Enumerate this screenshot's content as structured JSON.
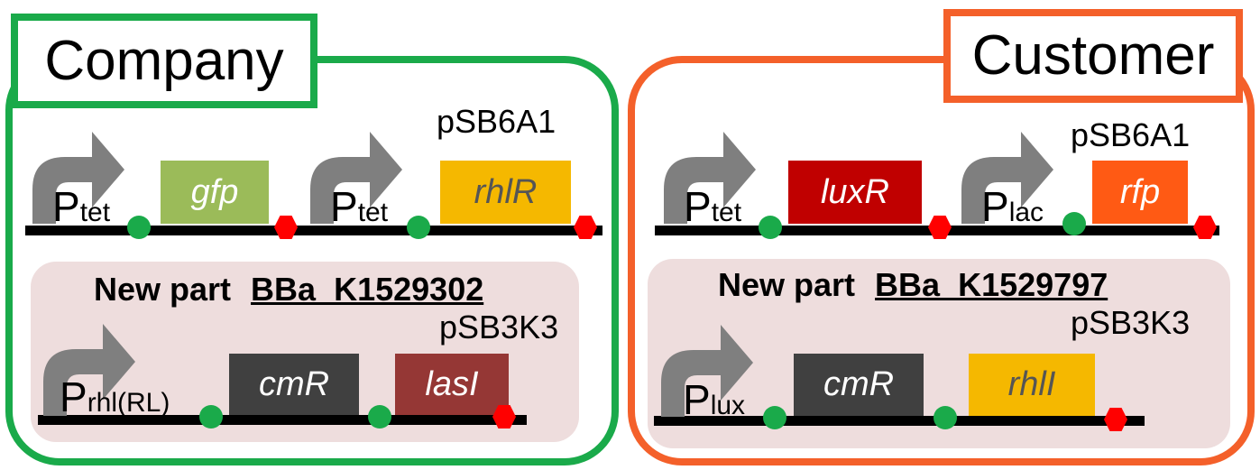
{
  "colors": {
    "company": "#1aaa4a",
    "customer": "#f4602a",
    "pink": "#eedddd",
    "promoter_arrow": "#7f7f7f",
    "rbs": "#1aaa4a",
    "terminator": "#ff0000",
    "gfp": "#9bbb59",
    "rhlR": "#f5b800",
    "luxR": "#c00000",
    "rfp": "#ff5a14",
    "cmR": "#404040",
    "lasI": "#953735",
    "rhlI": "#f5b800"
  },
  "company": {
    "title": "Company",
    "top_vector": "pSB6A1",
    "promoter1": {
      "main": "P",
      "sub": "tet"
    },
    "gene1": "gfp",
    "promoter2": {
      "main": "P",
      "sub": "tet"
    },
    "gene2": "rhlR",
    "new_part_label": "New part",
    "new_part_id": "BBa_K1529302",
    "bottom_vector": "pSB3K3",
    "promoter3": {
      "main": "P",
      "sub": "rhl(RL)"
    },
    "gene3": "cmR",
    "gene4": "lasI"
  },
  "customer": {
    "title": "Customer",
    "top_vector": "pSB6A1",
    "promoter1": {
      "main": "P",
      "sub": "tet"
    },
    "gene1": "luxR",
    "promoter2": {
      "main": "P",
      "sub": "lac"
    },
    "gene2": "rfp",
    "new_part_label": "New part",
    "new_part_id": "BBa_K1529797",
    "bottom_vector": "pSB3K3",
    "promoter3": {
      "main": "P",
      "sub": "lux"
    },
    "gene3": "cmR",
    "gene4": "rhlI"
  }
}
